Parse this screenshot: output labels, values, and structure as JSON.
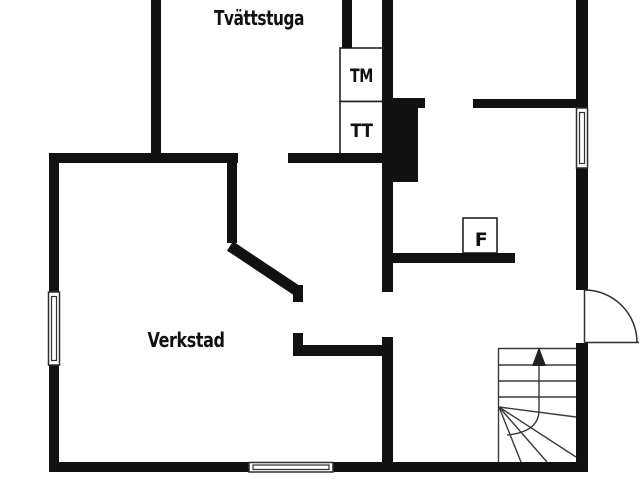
{
  "floorplan": {
    "background_color": "#ffffff",
    "wall_color": "#111111",
    "line_color": "#2e2e2e",
    "rooms": {
      "laundry": {
        "label": "Tvättstuga"
      },
      "workshop": {
        "label": "Verkstad"
      }
    },
    "appliances": {
      "washing_machine": {
        "label": "TM"
      },
      "dryer": {
        "label": "TT"
      },
      "freezer": {
        "label": "F"
      }
    },
    "symbols": {
      "stairs": "winder-staircase-with-up-arrow",
      "door": "exterior-door-right-wall",
      "windows": [
        "left-wall-window",
        "bottom-wall-window",
        "right-wall-window"
      ]
    }
  }
}
